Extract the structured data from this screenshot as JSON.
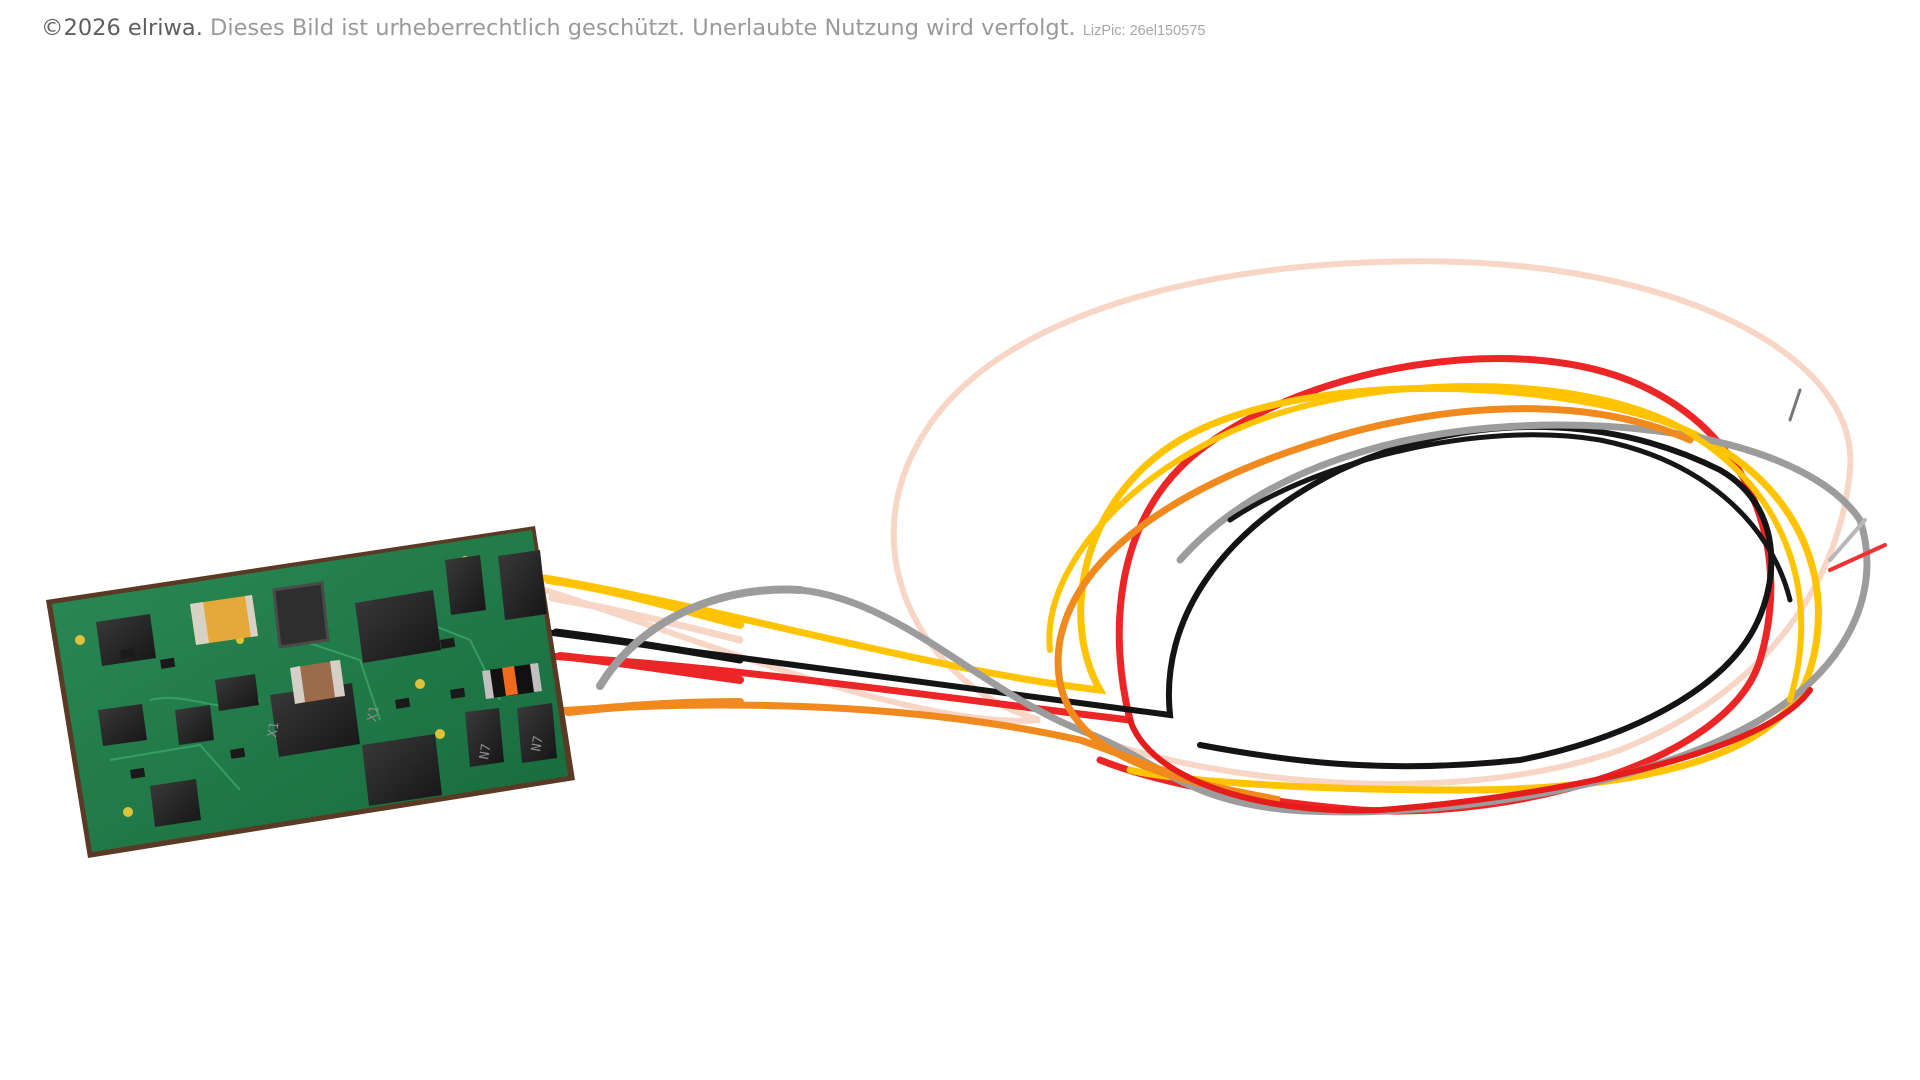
{
  "watermark": {
    "owner": "©2026 elriwa.",
    "notice": "Dieses Bild ist urheberrechtlich geschützt. Unerlaubte Nutzung wird verfolgt.",
    "licence": "LizPic: 26el150575"
  },
  "photo": {
    "subject": "PCB module with wire leads",
    "board_color": "#1f7a4a",
    "wire_colors": [
      "#f9d7c8",
      "#ffc400",
      "#ee2222",
      "#111111",
      "#9a9a9a",
      "#f08a1e"
    ],
    "component_labels": [
      "X1",
      "X1",
      "N7",
      "N7"
    ]
  }
}
